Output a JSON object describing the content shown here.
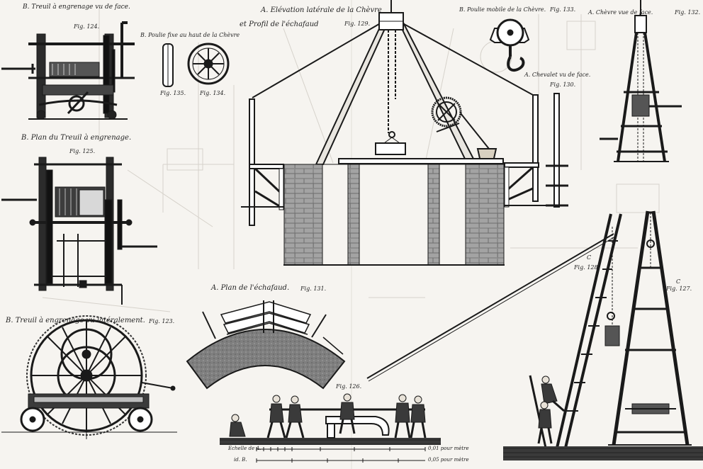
{
  "captions": {
    "fig124_title": "B. Treuil à engrenage vu de face.",
    "fig124": "Fig. 124.",
    "fig135_title": "B. Poulie fixe au haut de la Chèvre",
    "fig135": "Fig. 135.",
    "fig134": "Fig. 134.",
    "fig129_title_a": "A. Elévation latérale de la Chèvre",
    "fig129_title_b": "et Profil de l'échafaud",
    "fig129": "Fig. 129.",
    "fig133_title": "B. Poulie mobile de la Chèvre.",
    "fig133": "Fig. 133.",
    "fig132_title": "A. Chèvre vue de face.",
    "fig132": "Fig. 132.",
    "fig130_title": "A. Chevalet vu de face.",
    "fig130": "Fig. 130.",
    "fig125_title": "B. Plan du Treuil à engrenage.",
    "fig125": "Fig. 125.",
    "fig128_letter": "C",
    "fig128": "Fig. 128.",
    "fig127_letter": "C",
    "fig127": "Fig. 127.",
    "fig131_title": "A. Plan de l'échafaud.",
    "fig131": "Fig. 131.",
    "fig123_title": "B. Treuil à engrenage vu latéralement.",
    "fig123": "Fig. 123.",
    "fig126": "Fig. 126.",
    "scale_a_label": "Echelle de A.",
    "scale_a_note": "0,01 pour mètre",
    "scale_b_label": "id. B.",
    "scale_b_note": "0,05 pour mètre"
  },
  "colors": {
    "ink": "#1a1a1a",
    "paper": "#f6f4f0",
    "ghost": "#cfcbc4",
    "masonry": "#8d8d8d"
  }
}
